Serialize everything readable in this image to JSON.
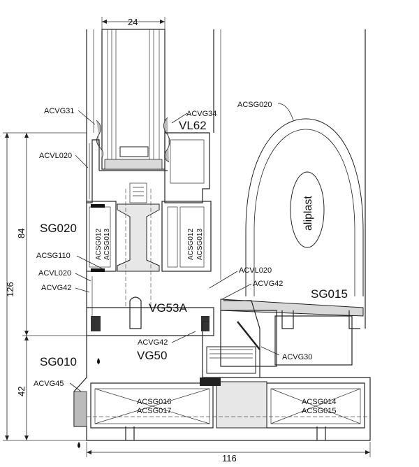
{
  "dimensions": {
    "top_width": "24",
    "left_total": "126",
    "left_upper": "84",
    "left_lower": "42",
    "bottom_width": "116"
  },
  "labels": {
    "acvg31": "ACVG31",
    "acvg34": "ACVG34",
    "vl62": "VL62",
    "acsg020_top": "ACSG020",
    "acvl020_a": "ACVL020",
    "sg020": "SG020",
    "acsg012_left": "ACSG012",
    "acsg013_left": "ACSG013",
    "acsg012_right": "ACSG012",
    "acsg013_right": "ACSG013",
    "acsg110": "ACSG110",
    "acvl020_b": "ACVL020",
    "acvl020_c": "ACVL020",
    "acvg42_a": "ACVG42",
    "acvg42_b": "ACVG42",
    "sg015": "SG015",
    "vg53a": "VG53A",
    "acvg42_c": "ACVG42",
    "vg50": "VG50",
    "acvg30": "ACVG30",
    "sg010": "SG010",
    "acvg45": "ACVG45",
    "acsg016": "ACSG016",
    "acsg017": "ACSG017",
    "acsg014": "ACSG014",
    "acsg015": "ACSG015",
    "logo": "aliplast"
  }
}
